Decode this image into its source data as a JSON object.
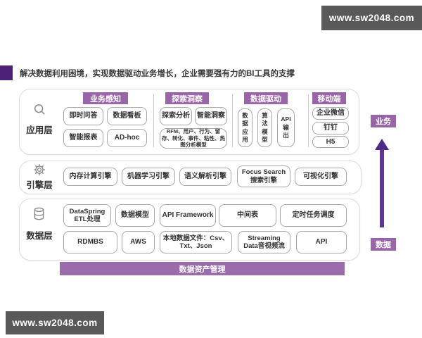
{
  "watermarks": {
    "top_right": "www.sw2048.com",
    "bottom_left": "www.sw2048.com"
  },
  "title": "解决数据利用困境，实现数据驱动业务增长，企业需要强有力的BI工具的支撑",
  "colors": {
    "accent_purple": "#9a64a8",
    "dark_purple": "#4d2077",
    "arrow_purple": "#5b3795",
    "watermark_bg": "#595959",
    "box_border": "#a8a8a8"
  },
  "application_layer": {
    "label": "应用层",
    "icon": "search-icon",
    "groups": [
      {
        "header": "业务感知",
        "items": [
          "即时问答",
          "数据看板",
          "智能报表",
          "AD-hoc"
        ]
      },
      {
        "header": "探索洞察",
        "items": [
          "探索分析",
          "智能洞察"
        ],
        "note": "RFM、用户、行为、留存、转化、事件、粘性、热图分析模型"
      },
      {
        "header": "数据驱动",
        "items": [
          "数\n据\n应\n用",
          "算\n法\n模\n型",
          "API\n输\n出"
        ]
      },
      {
        "header": "移动端",
        "items": [
          "企业微信",
          "钉钉",
          "H5"
        ]
      }
    ]
  },
  "engine_layer": {
    "label": "引擎层",
    "icon": "gear-icon",
    "items": [
      "内存计算引擎",
      "机器学习引擎",
      "语义解析引擎",
      "Focus Search\n搜索引擎",
      "可视化引擎"
    ]
  },
  "data_layer": {
    "label": "数据层",
    "icon": "database-icon",
    "row1": [
      "DataSpring\nETL处理",
      "数据模型",
      "API Framework",
      "中间表",
      "定时任务调度"
    ],
    "row2": [
      "RDMBS",
      "AWS",
      "本地数据文件：Csv、\nTxt、Json",
      "Streaming\nData音视频流",
      "API"
    ]
  },
  "flow": {
    "top_label": "业务",
    "bottom_label": "数据"
  },
  "footer_bar": "数据资产管理"
}
